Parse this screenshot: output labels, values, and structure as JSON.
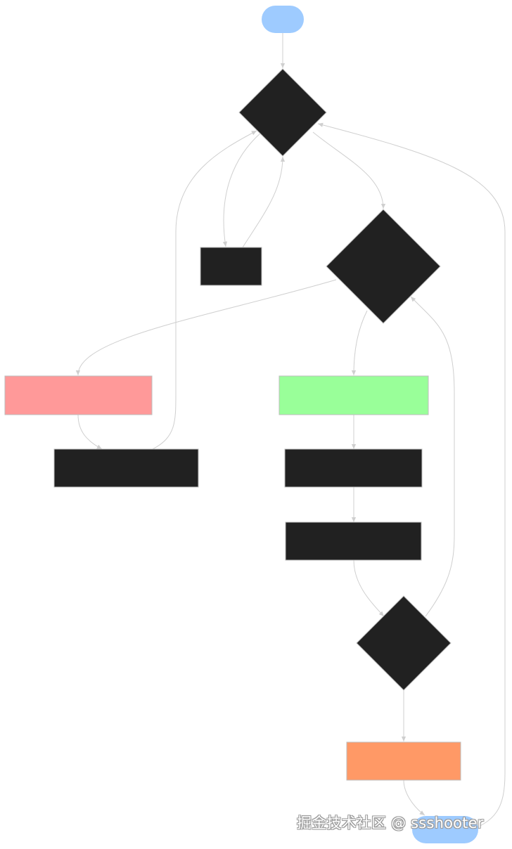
{
  "colors": {
    "terminal": "#9ecbff",
    "decision": "#212121",
    "process": "#212121",
    "error": "#ff9999",
    "success": "#99ff99",
    "final": "#ff9966",
    "edge": "#cfcfcf",
    "border": "#bdbdbd"
  },
  "nodes": [
    {
      "id": "start",
      "kind": "terminal",
      "color": "terminal"
    },
    {
      "id": "decision-1",
      "kind": "decision",
      "color": "decision"
    },
    {
      "id": "side-step",
      "kind": "process",
      "color": "process"
    },
    {
      "id": "decision-2",
      "kind": "decision",
      "color": "decision"
    },
    {
      "id": "error-path",
      "kind": "process",
      "color": "error"
    },
    {
      "id": "error-follow",
      "kind": "process",
      "color": "process"
    },
    {
      "id": "success-path",
      "kind": "process",
      "color": "success"
    },
    {
      "id": "step-a",
      "kind": "process",
      "color": "process"
    },
    {
      "id": "step-b",
      "kind": "process",
      "color": "process"
    },
    {
      "id": "decision-3",
      "kind": "decision",
      "color": "decision"
    },
    {
      "id": "final-step",
      "kind": "process",
      "color": "final"
    },
    {
      "id": "end",
      "kind": "terminal",
      "color": "terminal"
    }
  ],
  "edges": [
    {
      "from": "start",
      "to": "decision-1"
    },
    {
      "from": "decision-1",
      "to": "side-step"
    },
    {
      "from": "side-step",
      "to": "decision-1"
    },
    {
      "from": "decision-1",
      "to": "decision-2"
    },
    {
      "from": "decision-2",
      "to": "error-path"
    },
    {
      "from": "decision-2",
      "to": "success-path"
    },
    {
      "from": "error-path",
      "to": "error-follow"
    },
    {
      "from": "error-follow",
      "to": "decision-1"
    },
    {
      "from": "success-path",
      "to": "step-a"
    },
    {
      "from": "step-a",
      "to": "step-b"
    },
    {
      "from": "step-b",
      "to": "decision-3"
    },
    {
      "from": "decision-3",
      "to": "decision-2"
    },
    {
      "from": "decision-3",
      "to": "final-step"
    },
    {
      "from": "final-step",
      "to": "end"
    },
    {
      "from": "end",
      "to": "decision-1"
    }
  ],
  "watermark": "掘金技术社区 @ ssshooter"
}
